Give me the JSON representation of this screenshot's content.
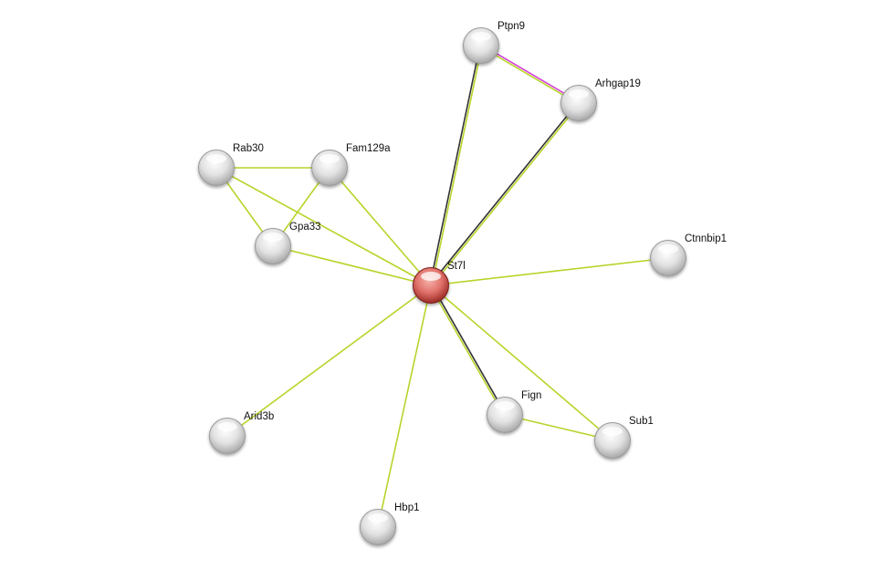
{
  "network": {
    "query_node": "St7l",
    "nodes": [
      "St7l",
      "Ptpn9",
      "Arhgap19",
      "Rab30",
      "Fam129a",
      "Gpa33",
      "Ctnnbip1",
      "Arid3b",
      "Fign",
      "Sub1",
      "Hbp1"
    ],
    "node_colors": {
      "query": "#c0403c",
      "partner": "#d8d8d8"
    },
    "evidence_colors": {
      "textmining": "#b8d42a",
      "coexpression": "#333333",
      "experiments": "#d63fd6"
    },
    "edges": [
      {
        "from": "St7l",
        "to": "Ptpn9",
        "evidence": [
          "coexpression",
          "textmining"
        ]
      },
      {
        "from": "Ptpn9",
        "to": "Arhgap19",
        "evidence": [
          "experiments",
          "textmining"
        ]
      },
      {
        "from": "St7l",
        "to": "Arhgap19",
        "evidence": [
          "coexpression",
          "textmining"
        ]
      },
      {
        "from": "Rab30",
        "to": "Fam129a",
        "evidence": [
          "textmining"
        ]
      },
      {
        "from": "Rab30",
        "to": "Gpa33",
        "evidence": [
          "textmining"
        ]
      },
      {
        "from": "Rab30",
        "to": "St7l",
        "evidence": [
          "textmining"
        ]
      },
      {
        "from": "Fam129a",
        "to": "Gpa33",
        "evidence": [
          "textmining"
        ]
      },
      {
        "from": "Fam129a",
        "to": "St7l",
        "evidence": [
          "textmining"
        ]
      },
      {
        "from": "Gpa33",
        "to": "St7l",
        "evidence": [
          "textmining"
        ]
      },
      {
        "from": "St7l",
        "to": "Ctnnbip1",
        "evidence": [
          "textmining"
        ]
      },
      {
        "from": "St7l",
        "to": "Arid3b",
        "evidence": [
          "textmining"
        ]
      },
      {
        "from": "St7l",
        "to": "Hbp1",
        "evidence": [
          "textmining"
        ]
      },
      {
        "from": "St7l",
        "to": "Fign",
        "evidence": [
          "coexpression",
          "textmining"
        ]
      },
      {
        "from": "St7l",
        "to": "Sub1",
        "evidence": [
          "textmining"
        ]
      },
      {
        "from": "Fign",
        "to": "Sub1",
        "evidence": [
          "textmining"
        ]
      }
    ]
  }
}
